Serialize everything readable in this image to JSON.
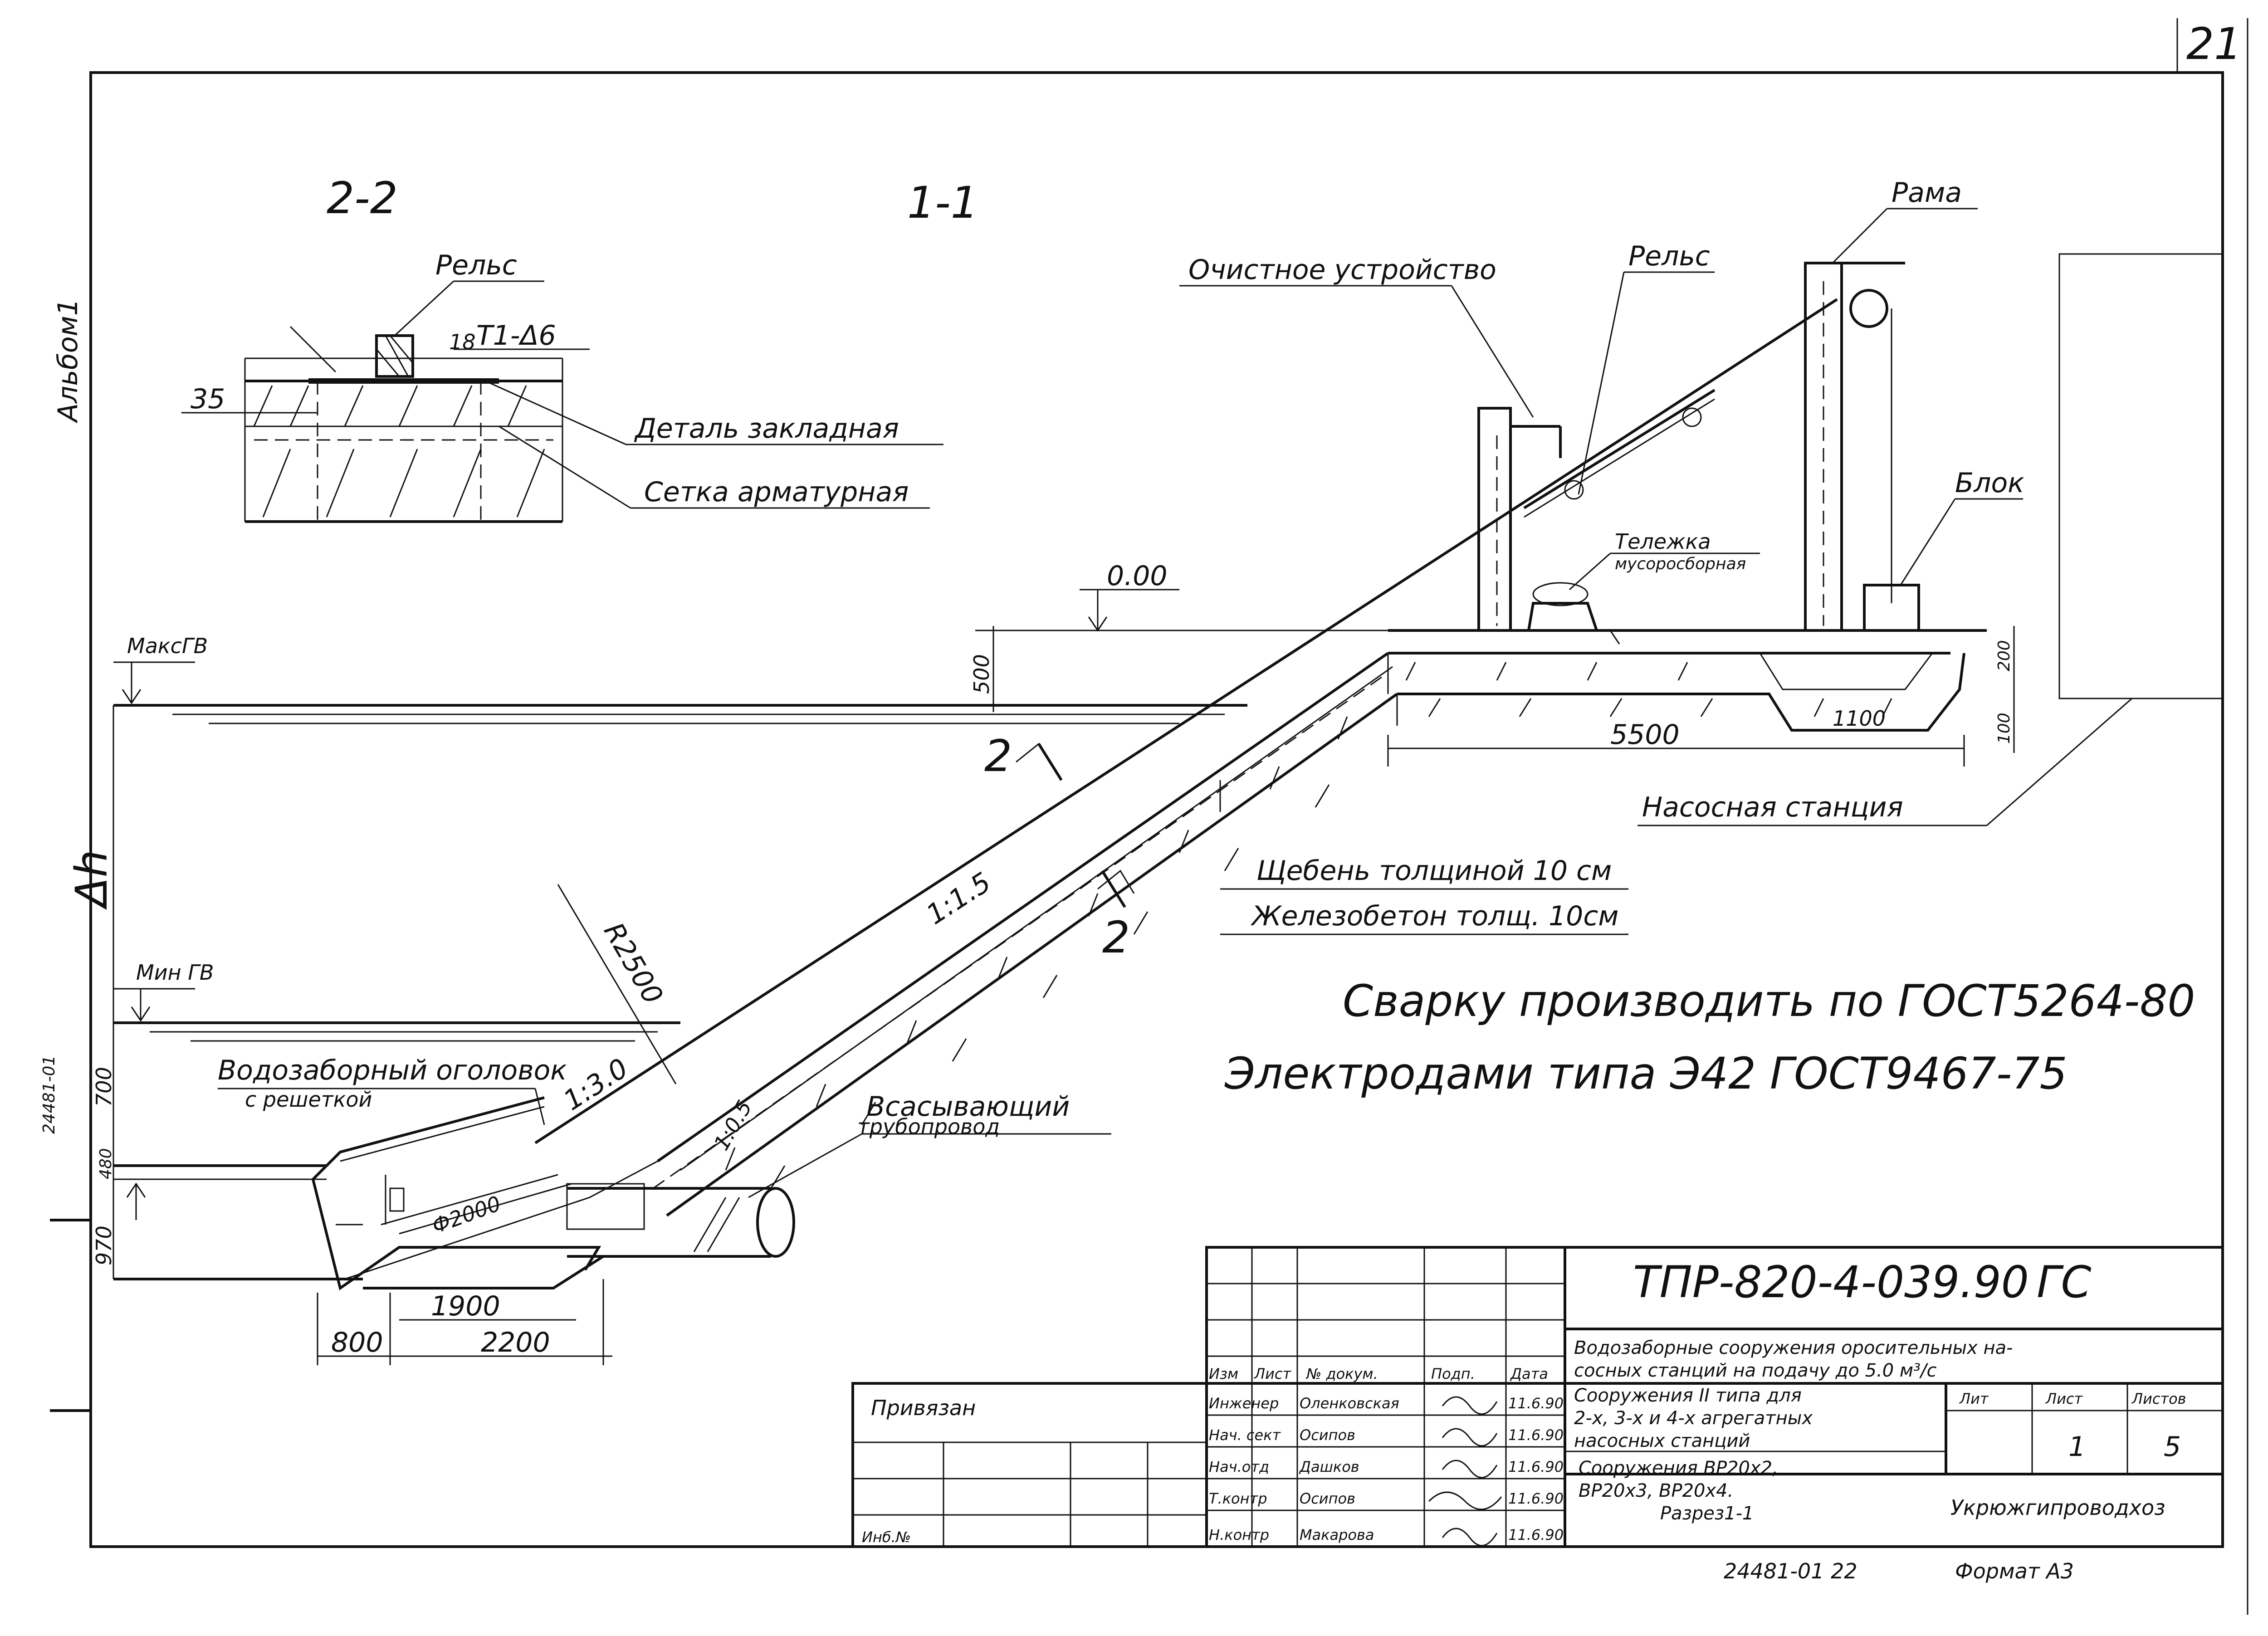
{
  "sheet_number": "21",
  "side_label": "Альбом1",
  "margin_note_left": "24481-01",
  "sections": {
    "section_2_2": "2-2",
    "section_1_1": "1-1"
  },
  "detail_2_2": {
    "rail": "Рельс",
    "dim_35": "35",
    "dim_18": "18",
    "weld": "Т1-Δ6",
    "embedded_part": "Деталь закладная",
    "mesh": "Сетка арматурная"
  },
  "labels": {
    "cleaning_device": "Очистное устройство",
    "rail": "Рельс",
    "frame": "Рама",
    "block": "Блок",
    "cart_1": "Тележка",
    "cart_2": "мусоросборная",
    "zero_level": "0.00",
    "max_water": "МаксГВ",
    "min_water": "Мин ГВ",
    "delta_h": "Δh",
    "slope_main": "1:1.5",
    "slope_lower": "1:3.0",
    "slope_small": "1:0.5",
    "radius": "R2500",
    "section_mark": "2",
    "gravel": "Щебень толщиной 10 см",
    "concrete": "Железобетон толщ. 10см",
    "pump_station": "Насосная станция",
    "intake_head_1": "Водозаборный оголовок",
    "intake_head_2": "с решеткой",
    "suction_1": "Всасывающий",
    "suction_2": "трубопровод",
    "pipe_diameter": "Ф2000"
  },
  "dimensions": {
    "d500": "500",
    "d700": "700",
    "d480": "480",
    "d970": "970",
    "d5500": "5500",
    "d1100": "1100",
    "d200": "200",
    "d100": "100",
    "d1900": "1900",
    "d800": "800",
    "d2200": "2200"
  },
  "notes": {
    "line1": "Сварку производить по ГОСТ5264-80",
    "line2": "Электродами типа Э42 ГОСТ9467-75"
  },
  "title_block": {
    "code": "ТПР-820-4-039.90",
    "stage": "ГС",
    "object_1": "Водозаборные сооружения оросительных на-",
    "object_2": "сосных станций на подачу до 5.0 м³/с",
    "bound": "Привязан",
    "inv": "Инб.№",
    "col_izm": "Изм",
    "col_list": "Лист",
    "col_doc": "№ докум.",
    "col_sign": "Подп.",
    "col_date": "Дата",
    "roles": [
      {
        "role": "Инженер",
        "name": "Оленковская",
        "date": "11.6.90"
      },
      {
        "role": "Нач. сект",
        "name": "Осипов",
        "date": "11.6.90"
      },
      {
        "role": "Нач.отд",
        "name": "Дашков",
        "date": "11.6.90"
      },
      {
        "role": "Т.контр",
        "name": "Осипов",
        "date": "11.6.90"
      },
      {
        "role": "Н.контр",
        "name": "Макарова",
        "date": "11.6.90"
      }
    ],
    "construction_1": "Сооружения II типа для",
    "construction_2": "2-х, 3-х и 4-х агрегатных",
    "construction_3": "насосных станций",
    "drawing_1": "Сооружения ВР20х2,",
    "drawing_2": "ВР20х3, ВР20х4.",
    "drawing_3": "Разрез1-1",
    "lit": "Лит",
    "list": "Лист",
    "listov": "Листов",
    "list_value": "1",
    "listov_value": "5",
    "org": "Укрюжгипроводхоз",
    "archive": "24481-01 22",
    "format": "Формат А3"
  }
}
